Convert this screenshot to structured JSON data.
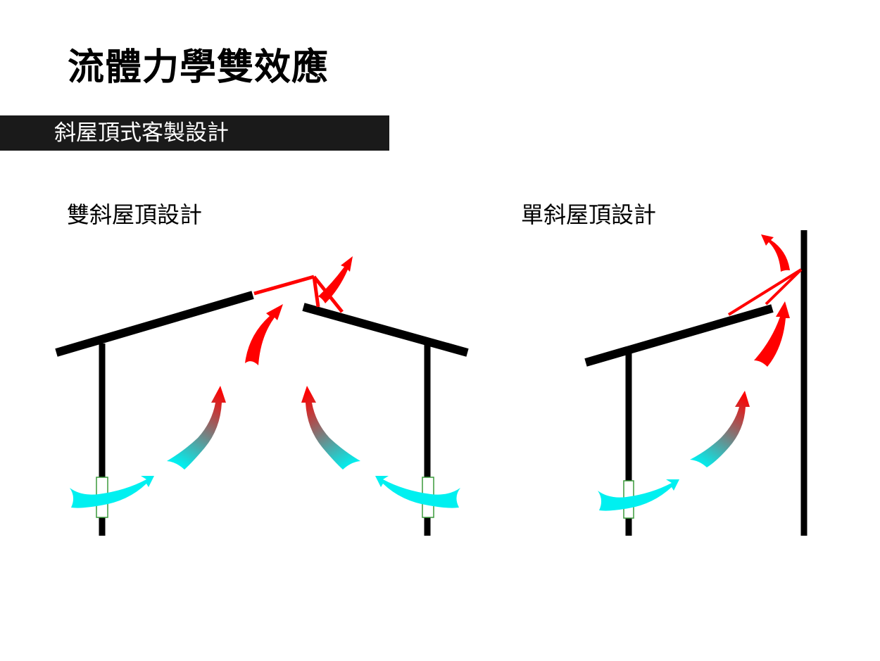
{
  "page": {
    "title": "流體力學雙效應"
  },
  "section": {
    "label": "斜屋頂式客製設計"
  },
  "diagrams": [
    {
      "title": "雙斜屋頂設計"
    },
    {
      "title": "單斜屋頂設計"
    }
  ],
  "colors": {
    "structure": "#000000",
    "exhaust_airflow": "#ff0000",
    "intake_airflow": "#00f0f0",
    "vent_outline": "#3a9a3a",
    "section_bar": "#1a1a1a"
  },
  "icons": {
    "intake_vent": "green-outlined-rectangle",
    "airflow": "curved-arrow"
  }
}
